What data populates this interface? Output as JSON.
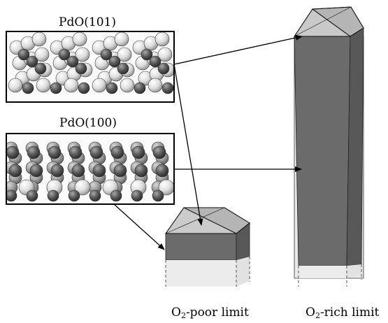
{
  "panels": {
    "top": {
      "title": "PdO(101)"
    },
    "bottom": {
      "title": "PdO(100)"
    }
  },
  "crystals": {
    "poor": {
      "label_prefix": "O",
      "label_sub": "2",
      "label_suffix": "-poor limit"
    },
    "rich": {
      "label_prefix": "O",
      "label_sub": "2",
      "label_suffix": "-rich limit"
    }
  },
  "colors": {
    "side_face": "#6a6a6a",
    "top_face": "#c4c4c4",
    "lower_band": "#ebebeb",
    "dark_atom": "#555555",
    "light_atom": "#e6e6e6"
  }
}
